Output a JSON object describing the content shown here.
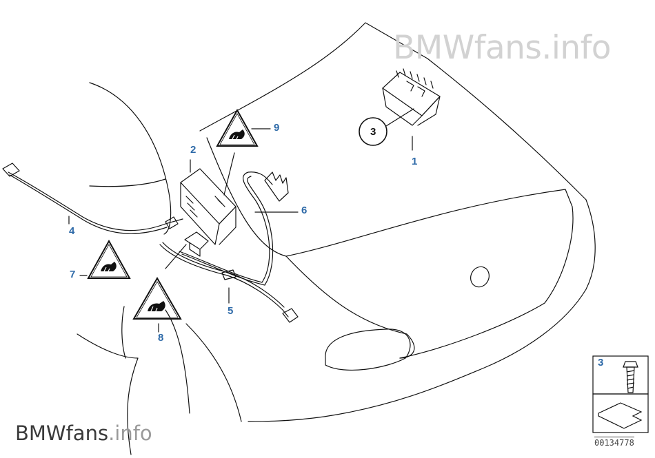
{
  "watermark": {
    "brand": "BMWfans",
    "suffix": ".info"
  },
  "callouts": [
    "1",
    "2",
    "3",
    "4",
    "5",
    "6",
    "7",
    "8",
    "9"
  ],
  "legend": {
    "part_number": "3"
  },
  "diagram_code": "00134778"
}
